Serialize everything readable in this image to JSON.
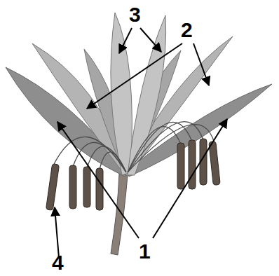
{
  "diagram": {
    "labels": [
      "3",
      "2",
      "1",
      "4"
    ]
  }
}
